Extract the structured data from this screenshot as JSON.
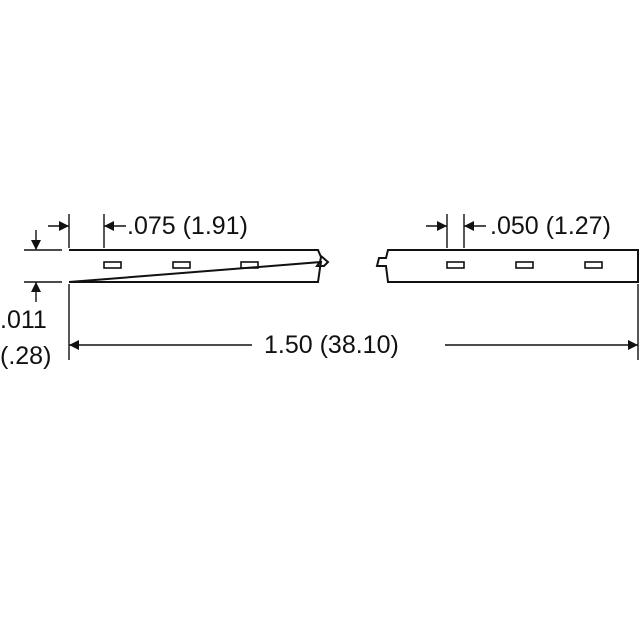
{
  "dimensions": {
    "pitch_left": ".075 (1.91)",
    "pitch_right": ".050 (1.27)",
    "overall_length": "1.50 (38.10)",
    "thickness_in": ".011",
    "thickness_mm": "(.28)"
  },
  "colors": {
    "line": "#111111",
    "background": "#ffffff"
  }
}
